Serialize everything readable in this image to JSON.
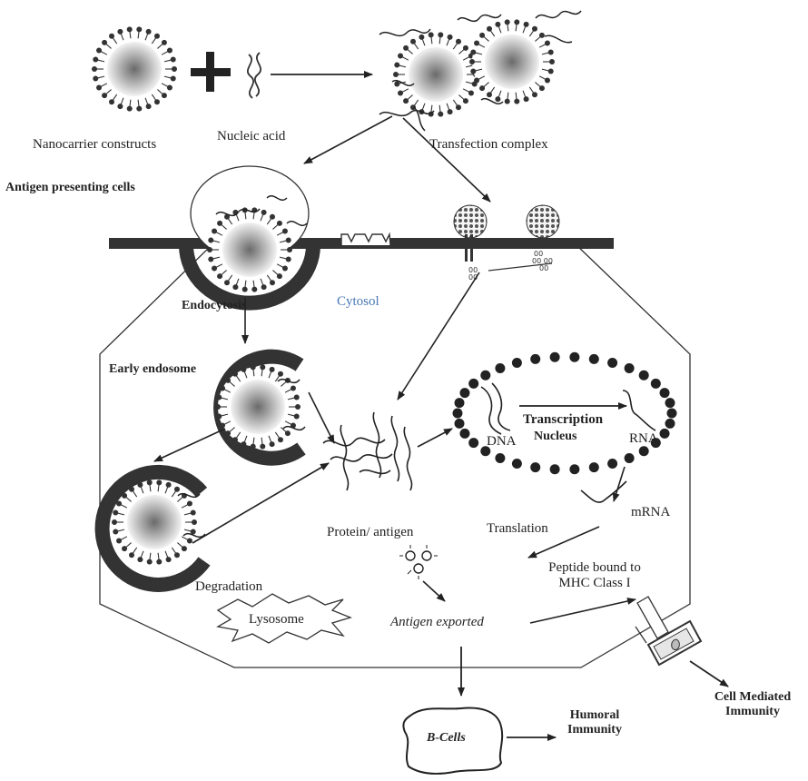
{
  "labels": {
    "nanocarrier": "Nanocarrier constructs",
    "nucleic_acid": "Nucleic acid",
    "transfection": "Transfection complex",
    "apc": "Antigen presenting cells",
    "endocytosis": "Endocytosis",
    "cytosol": "Cytosol",
    "early_endosome": "Early endosome",
    "transcription": "Transcription",
    "dna": "DNA",
    "nucleus": "Nucleus",
    "rna": "RNA",
    "mrna": "mRNA",
    "translation": "Translation",
    "protein": "Protein/ antigen",
    "peptide_line1": "Peptide bound to",
    "peptide_line2": "MHC Class I",
    "degradation": "Degradation",
    "lysosome": "Lysosome",
    "antigen_exported": "Antigen exported",
    "bcells": "B-Cells",
    "humoral_line1": "Humoral",
    "humoral_line2": "Immunity",
    "cmi_line1": "Cell Mediated",
    "cmi_line2": "Immunity"
  },
  "colors": {
    "membrane": "#333333",
    "cytosol_label": "#4a78b5"
  },
  "icons": [
    "nanocarrier-icon",
    "plus-icon",
    "nucleic-acid-icon",
    "receptor-icon",
    "mhc-receptor-icon",
    "lysosome-icon",
    "b-cell-icon"
  ]
}
